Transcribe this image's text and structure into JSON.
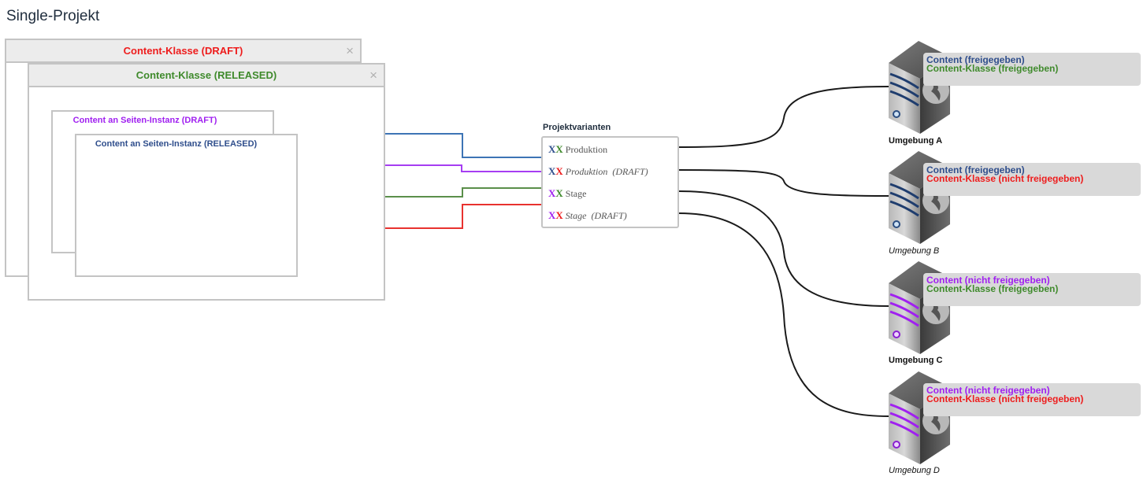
{
  "page": {
    "title": "Single-Projekt"
  },
  "colors": {
    "red": "#ee1c1c",
    "green": "#3f8a2c",
    "purple": "#a020f0",
    "blue": "#2f4e8c",
    "line_blue": "#3d74b5",
    "line_purple": "#a63df2",
    "line_green": "#5a8f4a",
    "line_red": "#e8322f"
  },
  "panels": {
    "draft": {
      "title": "Content-Klasse (DRAFT)",
      "close": "×"
    },
    "released": {
      "title": "Content-Klasse (RELEASED)",
      "close": "×"
    }
  },
  "instances": {
    "draft": {
      "title": "Content an Seiten-Instanz (DRAFT)"
    },
    "released": {
      "title": "Content an Seiten-Instanz (RELEASED)"
    }
  },
  "variants": {
    "title": "Projektvarianten",
    "items": [
      {
        "x1": "X",
        "x2": "X",
        "label": "Produktion",
        "suffix": ""
      },
      {
        "x1": "X",
        "x2": "X",
        "label": "Produktion",
        "suffix": "(DRAFT)"
      },
      {
        "x1": "X",
        "x2": "X",
        "label": "Stage",
        "suffix": ""
      },
      {
        "x1": "X",
        "x2": "X",
        "label": "Stage",
        "suffix": "(DRAFT)"
      }
    ]
  },
  "environments": [
    {
      "name": "Umgebung A",
      "line1": "Content (freigegeben)",
      "line2": "Content-Klasse (freigegeben)"
    },
    {
      "name": "Umgebung B",
      "line1": "Content (freigegeben)",
      "line2": "Content-Klasse (nicht freigegeben)"
    },
    {
      "name": "Umgebung C",
      "line1": "Content (nicht freigegeben)",
      "line2": "Content-Klasse (freigegeben)"
    },
    {
      "name": "Umgebung D",
      "line1": "Content (nicht freigegeben)",
      "line2": "Content-Klasse (nicht freigegeben)"
    }
  ]
}
